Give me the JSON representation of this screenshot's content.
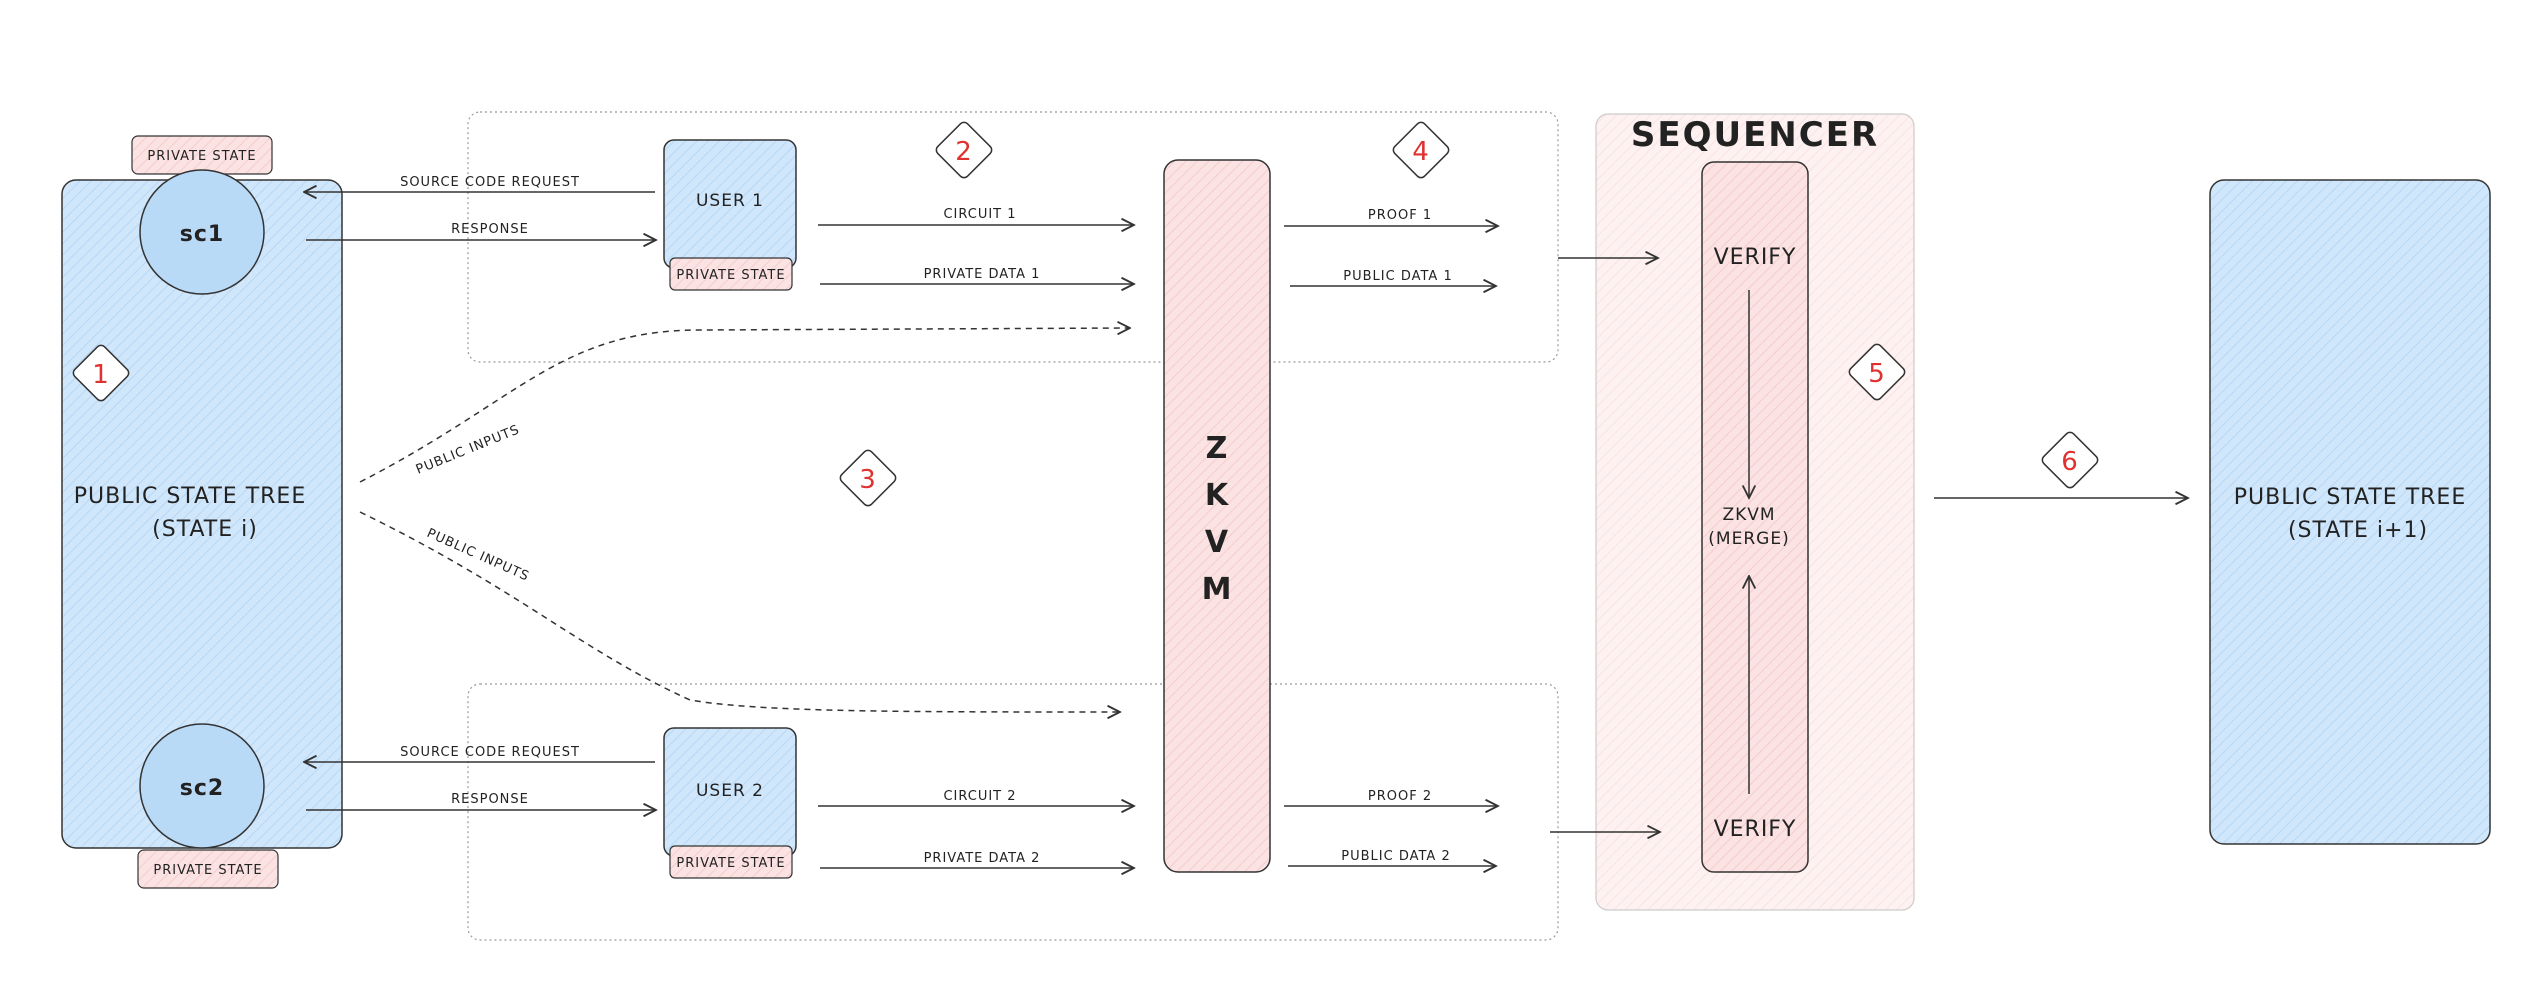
{
  "colors": {
    "blue_fill": "#d0e7fb",
    "pink_fill": "#fbe3e3",
    "stroke": "#333333",
    "number_red": "#e03131"
  },
  "left_tree": {
    "label_line1": "PUBLIC STATE TREE",
    "label_line2": "(STATE i)",
    "sc1": "sc1",
    "sc2": "sc2",
    "private_state_top": "PRIVATE STATE",
    "private_state_bottom": "PRIVATE STATE"
  },
  "right_tree": {
    "label_line1": "PUBLIC STATE TREE",
    "label_line2": "(STATE i+1)"
  },
  "user1": {
    "label": "USER 1",
    "private_state": "PRIVATE STATE",
    "source_code_request": "SOURCE CODE REQUEST",
    "response": "RESPONSE",
    "circuit": "CIRCUIT 1",
    "private_data": "PRIVATE DATA 1",
    "proof": "PROOF 1",
    "public_data": "PUBLIC DATA 1"
  },
  "user2": {
    "label": "USER 2",
    "private_state": "PRIVATE STATE",
    "source_code_request": "SOURCE CODE REQUEST",
    "response": "RESPONSE",
    "circuit": "CIRCUIT 2",
    "private_data": "PRIVATE DATA 2",
    "proof": "PROOF 2",
    "public_data": "PUBLIC DATA 2"
  },
  "public_inputs_top": "PUBLIC INPUTS",
  "public_inputs_bottom": "PUBLIC INPUTS",
  "zkvm_letters": [
    "Z",
    "K",
    "V",
    "M"
  ],
  "sequencer": {
    "title": "SEQUENCER",
    "verify_top": "VERIFY",
    "verify_bottom": "VERIFY",
    "merge_line1": "ZKVM",
    "merge_line2": "(MERGE)"
  },
  "steps": [
    "1",
    "2",
    "3",
    "4",
    "5",
    "6"
  ]
}
